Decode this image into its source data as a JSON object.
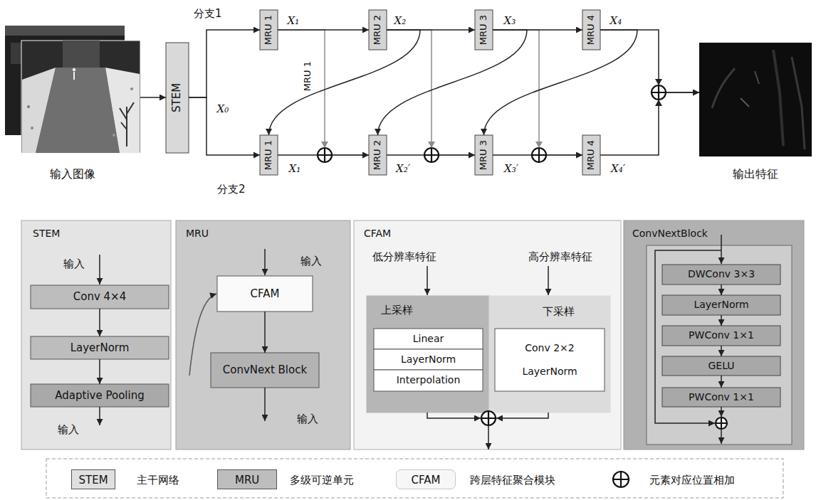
{
  "diagram": {
    "nodes": [
      {
        "text": [
          "输入图像"
        ]
      },
      {
        "text": [
          "STEM"
        ]
      },
      {
        "text": [
          "MRU 1"
        ]
      },
      {
        "text": [
          "MRU 2"
        ]
      },
      {
        "text": [
          "MRU 3"
        ]
      },
      {
        "text": [
          "MRU 4"
        ]
      },
      {
        "text": [
          "MRU 1"
        ]
      },
      {
        "text": [
          "MRU 2"
        ]
      },
      {
        "text": [
          "MRU 3"
        ]
      },
      {
        "text": [
          "MRU 4"
        ]
      },
      {
        "text": [
          "输出特征"
        ]
      },
      {
        "text": [
          "STEM"
        ]
      },
      {
        "text": [
          "Conv 4×4"
        ],
        "in": 11
      },
      {
        "text": [
          "LayerNorm"
        ],
        "in": 11
      },
      {
        "text": [
          "Adaptive Pooling"
        ],
        "in": 11
      },
      {
        "text": [
          "MRU"
        ]
      },
      {
        "text": [
          "CFAM"
        ],
        "in": 15
      },
      {
        "text": [
          "ConvNext Block"
        ],
        "in": 15
      },
      {
        "text": [
          "CFAM"
        ]
      },
      {
        "text": [
          "上采样"
        ],
        "in": 18
      },
      {
        "text": [
          "Linear"
        ],
        "in": 19
      },
      {
        "text": [
          "LayerNorm"
        ],
        "in": 19
      },
      {
        "text": [
          "Interpolation"
        ],
        "in": 19
      },
      {
        "text": [
          "下采样"
        ],
        "in": 18
      },
      {
        "text": [
          "Conv 2×2",
          "LayerNorm"
        ],
        "in": 23
      },
      {
        "text": [
          "ConvNextBlock"
        ]
      },
      {
        "text": [
          "DWConv 3×3"
        ],
        "in": 25
      },
      {
        "text": [
          "LayerNorm"
        ],
        "in": 25
      },
      {
        "text": [
          "PWConv 1×1"
        ],
        "in": 25
      },
      {
        "text": [
          "GELU"
        ],
        "in": 25
      },
      {
        "text": [
          "PWConv 1×1"
        ],
        "in": 25
      }
    ],
    "edges": [
      {
        "from": 0,
        "to": 1,
        "arrow": "to"
      },
      {
        "from": 1,
        "to": 2,
        "arrow": "to"
      },
      {
        "from": 1,
        "to": 6,
        "arrow": "to"
      },
      {
        "from": 2,
        "to": 3,
        "arrow": "to"
      },
      {
        "from": 3,
        "to": 4,
        "arrow": "to"
      },
      {
        "from": 4,
        "to": 5,
        "arrow": "to"
      },
      {
        "from": 5,
        "to": 10,
        "arrow": "to"
      },
      {
        "from": 9,
        "to": 10,
        "arrow": "to"
      },
      {
        "from": 2,
        "to": 7,
        "arrow": "to"
      },
      {
        "from": 6,
        "to": 7,
        "arrow": "to"
      },
      {
        "from": 3,
        "to": 6,
        "arrow": "to"
      },
      {
        "from": 3,
        "to": 8,
        "arrow": "to"
      },
      {
        "from": 7,
        "to": 8,
        "arrow": "to"
      },
      {
        "from": 4,
        "to": 7,
        "arrow": "to"
      },
      {
        "from": 4,
        "to": 9,
        "arrow": "to"
      },
      {
        "from": 8,
        "to": 9,
        "arrow": "to"
      },
      {
        "from": 5,
        "to": 8,
        "arrow": "to"
      },
      {
        "from": 12,
        "to": 13,
        "arrow": "to"
      },
      {
        "from": 13,
        "to": 14,
        "arrow": "to"
      },
      {
        "from": 16,
        "to": 17,
        "arrow": "to"
      },
      {
        "from": 26,
        "to": 27,
        "arrow": "to"
      },
      {
        "from": 27,
        "to": 28,
        "arrow": "to"
      },
      {
        "from": 28,
        "to": 29,
        "arrow": "to"
      },
      {
        "from": 29,
        "to": 30,
        "arrow": "to"
      }
    ],
    "labels": [
      "分支1",
      "分支2",
      "X₀",
      "X₁",
      "X₂",
      "X₃",
      "X₄",
      "X₁",
      "X₂′",
      "X₃′",
      "X₄′",
      "MRU 1",
      "输入",
      "输入",
      "输入",
      "输入",
      "低分辨率特征",
      "高分辨率特征",
      "STEM",
      "MRU",
      "CFAM"
    ],
    "legend": [
      {
        "text": "主干网络",
        "color": "#e0e0e0"
      },
      {
        "text": "多级可逆单元",
        "color": "#bdbdbd"
      },
      {
        "text": "跨层特征聚合模块",
        "color": "#f7f7f7"
      },
      {
        "text": "元素对应位置相加"
      }
    ]
  }
}
